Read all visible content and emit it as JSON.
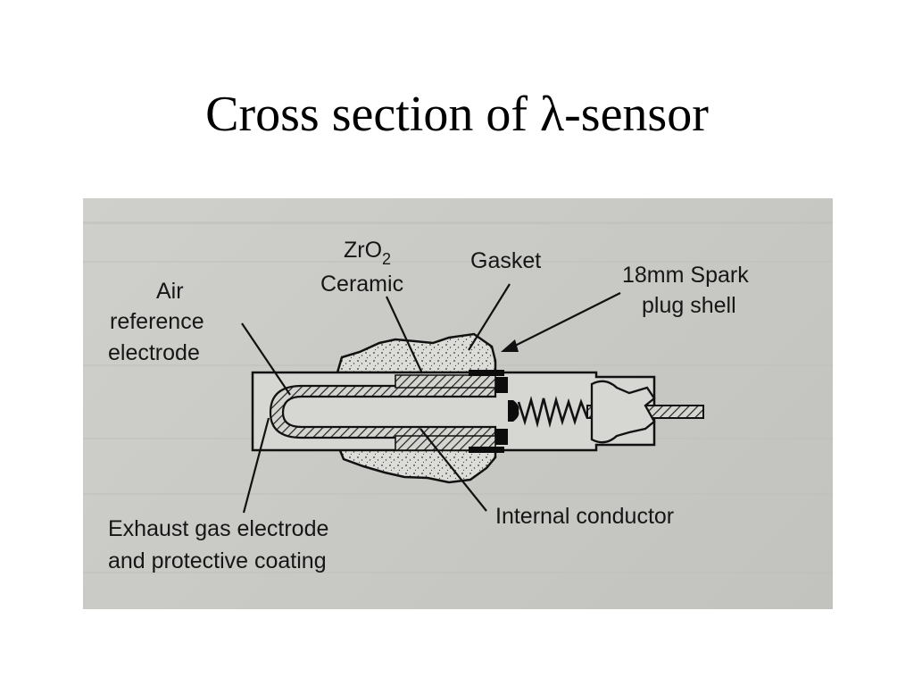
{
  "slide": {
    "title": "Cross section of λ-sensor"
  },
  "diagram": {
    "labels": {
      "air_ref_line1": "Air",
      "air_ref_line2": "reference",
      "air_ref_line3": "electrode",
      "zro2_base": "ZrO",
      "zro2_sub": "2",
      "zro2_line2": "Ceramic",
      "gasket": "Gasket",
      "shell_line1": "18mm Spark",
      "shell_line2": "plug shell",
      "exhaust_line1": "Exhaust gas electrode",
      "exhaust_line2": "and protective coating",
      "internal_conductor": "Internal conductor"
    }
  }
}
